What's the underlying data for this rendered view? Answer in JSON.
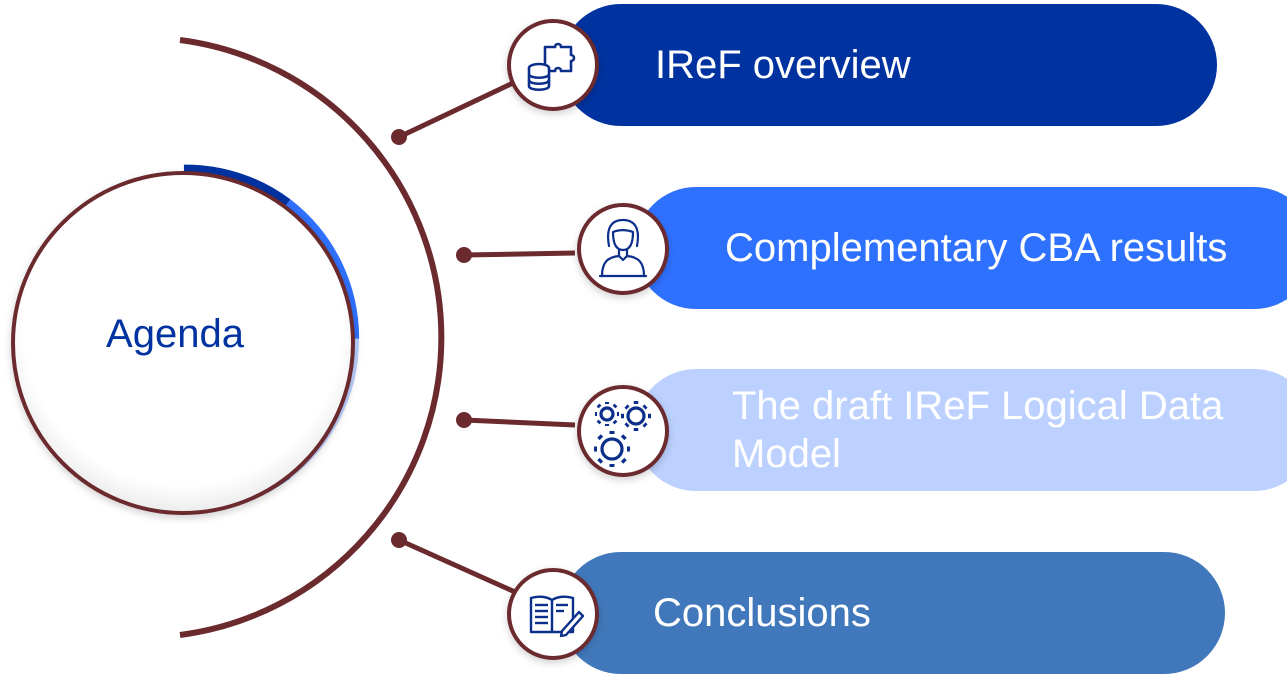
{
  "center": {
    "label": "Agenda"
  },
  "items": [
    {
      "label": "IReF overview",
      "icon": "database-puzzle-icon"
    },
    {
      "label": "Complementary CBA results",
      "icon": "person-icon"
    },
    {
      "label": "The draft IReF Logical Data Model",
      "icon": "gears-icon"
    },
    {
      "label": "Conclusions",
      "icon": "open-book-pencil-icon"
    }
  ],
  "colors": {
    "arc": "#6b2a2e",
    "item1": "#0032a0",
    "item2": "#2f71ff",
    "item3": "#bcd1ff",
    "item4": "#4178bb",
    "icon": "#0b2f8a",
    "center_text": "#0032a0"
  }
}
